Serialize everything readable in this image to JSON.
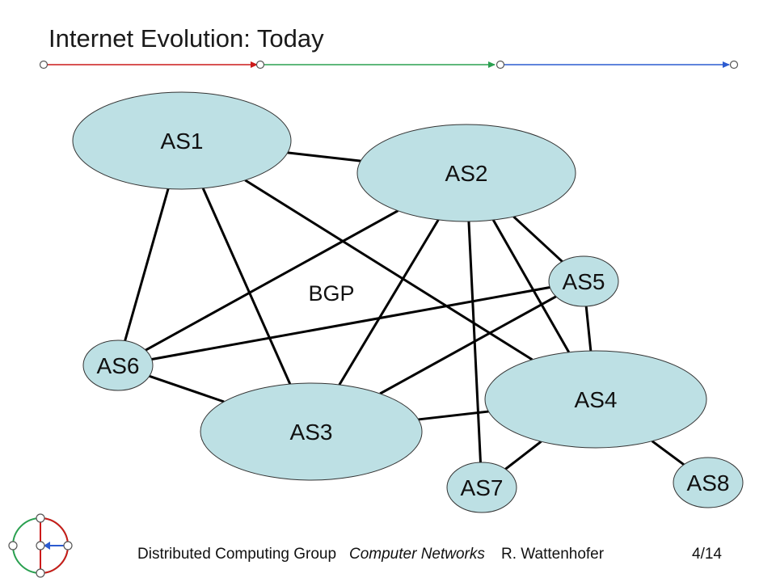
{
  "slide": {
    "title": "Internet Evolution: Today",
    "colors": {
      "red": "#cc1a1a",
      "green": "#2aa050",
      "blue": "#2c5bd0",
      "node_fill": "#bde0e4",
      "line": "#000000"
    }
  },
  "diagram": {
    "nodes": [
      {
        "id": "AS1",
        "label": "AS1"
      },
      {
        "id": "AS2",
        "label": "AS2"
      },
      {
        "id": "AS3",
        "label": "AS3"
      },
      {
        "id": "AS4",
        "label": "AS4"
      },
      {
        "id": "AS5",
        "label": "AS5"
      },
      {
        "id": "AS6",
        "label": "AS6"
      },
      {
        "id": "AS7",
        "label": "AS7"
      },
      {
        "id": "AS8",
        "label": "AS8"
      }
    ],
    "edges": [
      [
        "AS1",
        "AS2"
      ],
      [
        "AS1",
        "AS6"
      ],
      [
        "AS1",
        "AS3"
      ],
      [
        "AS1",
        "AS4"
      ],
      [
        "AS2",
        "AS6"
      ],
      [
        "AS2",
        "AS3"
      ],
      [
        "AS2",
        "AS7"
      ],
      [
        "AS2",
        "AS4"
      ],
      [
        "AS2",
        "AS5"
      ],
      [
        "AS5",
        "AS6"
      ],
      [
        "AS5",
        "AS3"
      ],
      [
        "AS5",
        "AS4"
      ],
      [
        "AS6",
        "AS3"
      ],
      [
        "AS3",
        "AS4"
      ],
      [
        "AS4",
        "AS7"
      ],
      [
        "AS4",
        "AS8"
      ]
    ],
    "protocol_label": "BGP"
  },
  "footer": {
    "group": "Distributed Computing Group",
    "course": "Computer Networks",
    "author": "R. Wattenhofer",
    "page": "4/14"
  }
}
